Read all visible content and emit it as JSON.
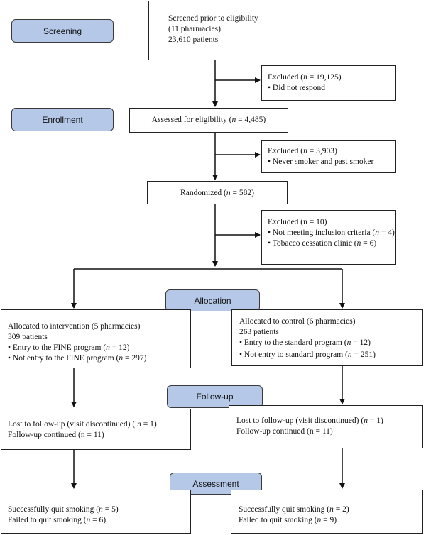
{
  "stages": {
    "screening": "Screening",
    "enrollment": "Enrollment",
    "allocation": "Allocation",
    "follow_up": "Follow-up",
    "assessment": "Assessment"
  },
  "screened": {
    "line1": "Screened prior to eligibility",
    "line2": "(11 pharmacies)",
    "line3": "23,610 patients"
  },
  "excluded_1": {
    "title_prefix": "Excluded (",
    "title_n": "n",
    "title_rest": " = 19,125)",
    "bullet1": "• Did not respond"
  },
  "assessed": {
    "prefix": "Assessed for eligibility (",
    "n": "n",
    "rest": " = 4,485)"
  },
  "excluded_2": {
    "title_prefix": "Excluded (",
    "title_n": "n",
    "title_rest": " = 3,903)",
    "bullet1": "• Never smoker and past smoker"
  },
  "randomized": {
    "prefix": "Randomized (",
    "n": "n",
    "rest": " = 582)"
  },
  "excluded_3": {
    "title": "Excluded (n = 10)",
    "b1_prefix": "• Not meeting inclusion criteria (",
    "b1_n": "n",
    "b1_rest": " = 4)",
    "b2_prefix": "• Tobacco cessation clinic (",
    "b2_n": "n",
    "b2_rest": " = 6)"
  },
  "intervention": {
    "line1": "Allocated to intervention (5 pharmacies)",
    "line2": "309 patients",
    "b1_prefix": "• Entry to the FINE program (",
    "b1_n": "n",
    "b1_rest": " = 12)",
    "b2_prefix": "• Not entry to the FINE program (",
    "b2_n": "n",
    "b2_rest": " = 297)"
  },
  "control": {
    "line1": "Allocated to control (6 pharmacies)",
    "line2": "263 patients",
    "b1_prefix": "• Entry to the standard program (",
    "b1_n": "n",
    "b1_rest": " = 12)",
    "b2_prefix": "• Not entry to standard program (",
    "b2_n": "n",
    "b2_rest": " = 251)"
  },
  "followup_left": {
    "l1_prefix": "Lost to follow-up (visit discontinued) ( ",
    "l1_n": "n",
    "l1_rest": " = 1)",
    "line2": "Follow-up continued (n = 11)"
  },
  "followup_right": {
    "l1_prefix": "Lost to follow-up (visit discontinued) (",
    "l1_n": "n",
    "l1_rest": " = 1)",
    "line2": "Follow-up continued (n = 11)"
  },
  "assess_left": {
    "l1_prefix": "Successfully quit smoking (",
    "l1_n": "n",
    "l1_rest": " = 5)",
    "l2_prefix": "Failed to quit smoking (",
    "l2_n": "n",
    "l2_rest": " = 6)"
  },
  "assess_right": {
    "l1_prefix": "Successfully quit smoking (",
    "l1_n": "n",
    "l1_rest": " = 2)",
    "l2_prefix": "Failed to quit smoking (",
    "l2_n": "n",
    "l2_rest": " = 9)"
  },
  "colors": {
    "stage_fill": "#b5c8e8",
    "line": "#111111"
  }
}
